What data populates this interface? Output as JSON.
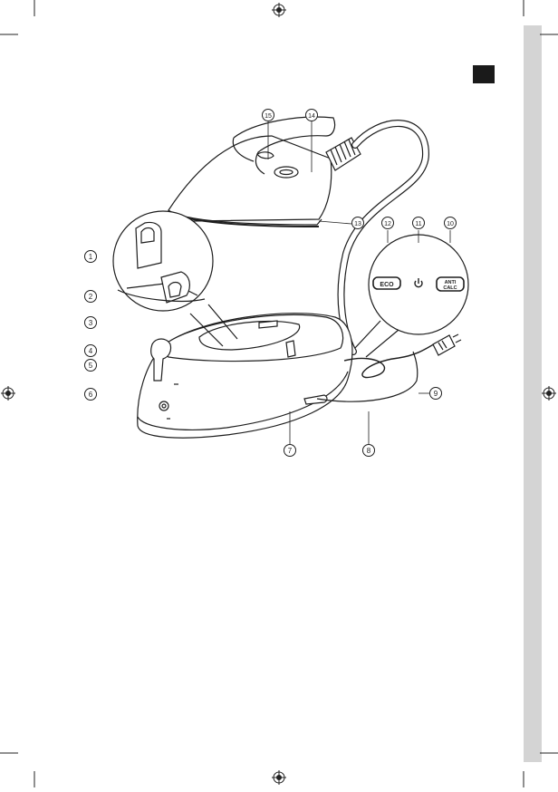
{
  "page": {
    "side_tab_color": "#d4d4d4",
    "corner_tab_color": "#1a1a1a",
    "line_color": "#1e1e1e"
  },
  "callouts": [
    {
      "label": "1",
      "icon": "callout-circle"
    },
    {
      "label": "2",
      "icon": "callout-circle"
    },
    {
      "label": "3",
      "icon": "callout-circle"
    },
    {
      "label": "4",
      "icon": "callout-circle"
    },
    {
      "label": "5",
      "icon": "callout-circle"
    },
    {
      "label": "6",
      "icon": "callout-circle"
    },
    {
      "label": "7",
      "icon": "callout-circle"
    },
    {
      "label": "8",
      "icon": "callout-circle"
    },
    {
      "label": "9",
      "icon": "callout-circle"
    },
    {
      "label": "10",
      "icon": "callout-circle"
    },
    {
      "label": "11",
      "icon": "callout-circle"
    },
    {
      "label": "12",
      "icon": "callout-circle"
    },
    {
      "label": "13",
      "icon": "callout-circle"
    },
    {
      "label": "14",
      "icon": "callout-circle"
    },
    {
      "label": "15",
      "icon": "callout-circle"
    }
  ],
  "control_panel": {
    "eco_label": "ECO",
    "power_icon": "power-icon",
    "anticalc_label_line1": "ANTI",
    "anticalc_label_line2": "CALC"
  },
  "registration_marks": [
    "crosshair-icon",
    "crosshair-icon",
    "crosshair-icon",
    "crosshair-icon"
  ]
}
